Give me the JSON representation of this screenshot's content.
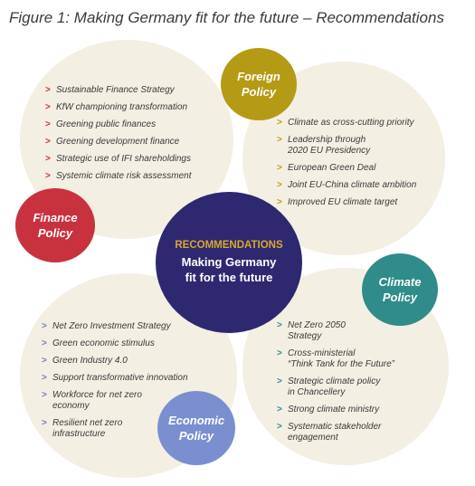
{
  "figure_title": "Figure 1: Making Germany fit for the future – Recommendations",
  "center": {
    "kicker": "RECOMMENDATIONS",
    "subtitle": "Making Germany\nfit for the future",
    "color": "#2e2870"
  },
  "finance": {
    "label": "Finance\nPolicy",
    "color": "#c8323f",
    "items": [
      "Sustainable Finance Strategy",
      "KfW championing transformation",
      "Greening public finances",
      "Greening development finance",
      "Strategic use of IFI shareholdings",
      "Systemic climate risk assessment"
    ]
  },
  "foreign": {
    "label": "Foreign\nPolicy",
    "color": "#b59a16",
    "items": [
      "Climate as cross-cutting priority",
      "Leadership through\n2020 EU Presidency",
      "European Green Deal",
      "Joint EU-China climate ambition",
      "Improved EU climate target"
    ]
  },
  "climate": {
    "label": "Climate\nPolicy",
    "color": "#2f8c8a",
    "items": [
      "Net Zero 2050\nStrategy",
      "Cross-ministerial\n“Think Tank for the Future”",
      "Strategic climate policy\nin Chancellery",
      "Strong climate ministry",
      "Systematic stakeholder\nengagement"
    ]
  },
  "economic": {
    "label": "Economic\nPolicy",
    "color": "#7b8fd0",
    "items": [
      "Net Zero Investment Strategy",
      "Green economic stimulus",
      "Green Industry 4.0",
      "Support transformative innovation",
      "Workforce for net zero\neconomy",
      "Resilient net zero\ninfrastructure"
    ]
  },
  "marker": ">"
}
